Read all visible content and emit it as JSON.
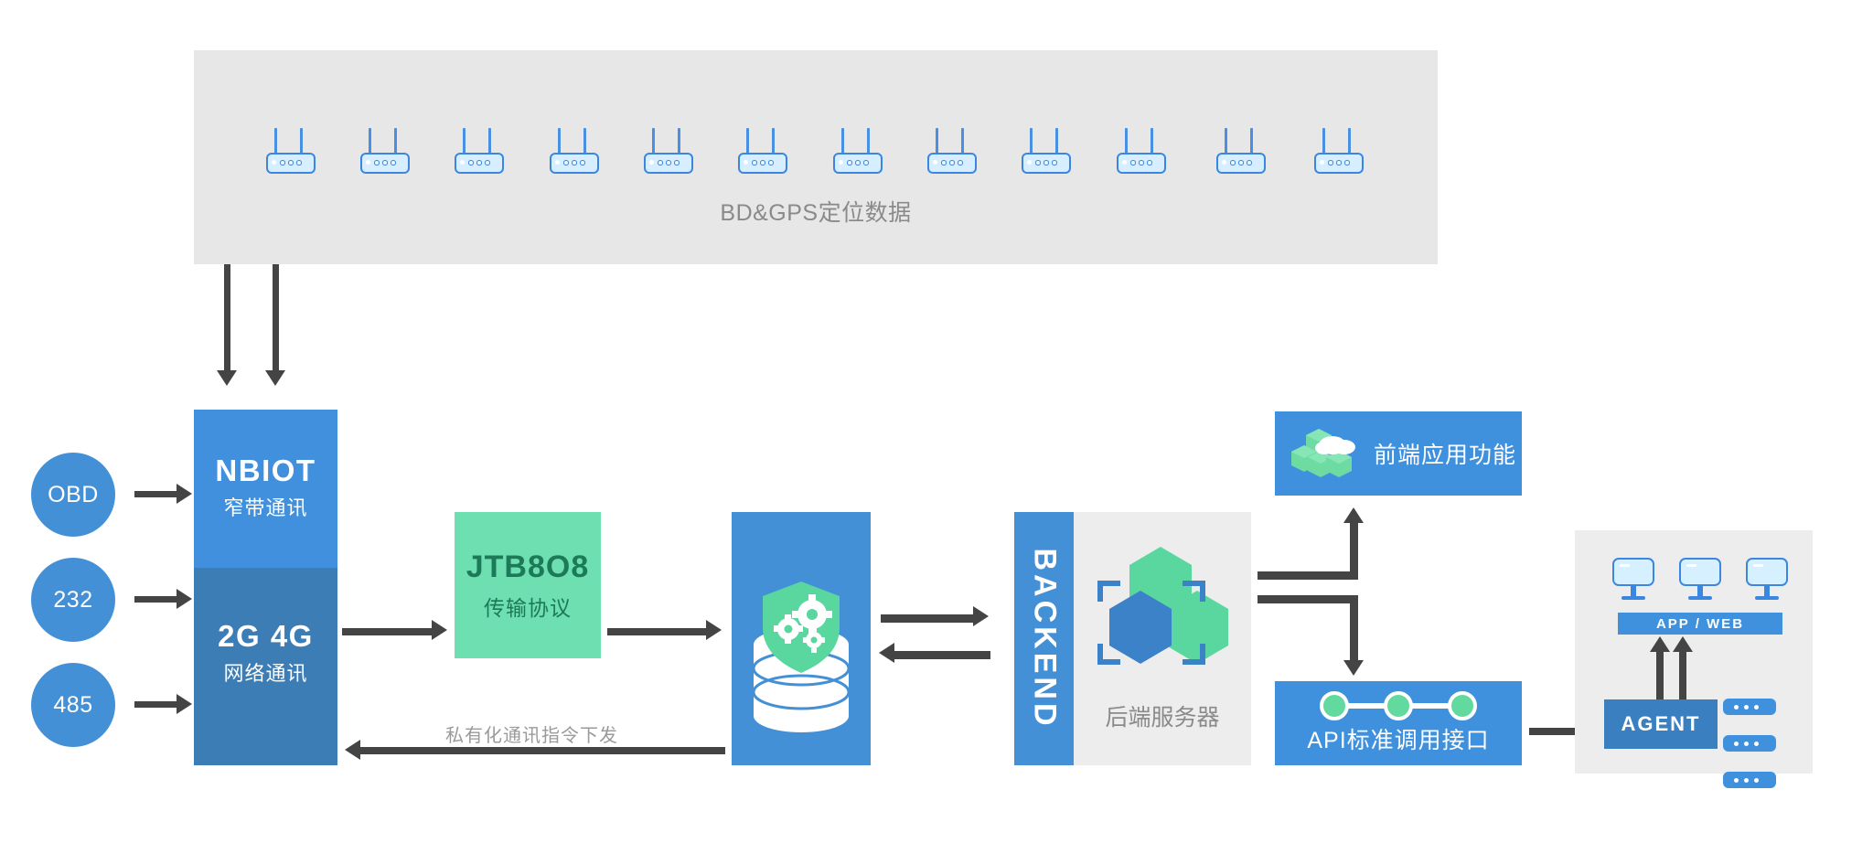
{
  "diagram": {
    "title": "IoT vehicle telematics architecture",
    "colors": {
      "band_gray": "#e7e7e7",
      "panel_gray": "#ededed",
      "blue_primary": "#4490d6",
      "blue_light": "#4090dd",
      "blue_dark": "#3d7db5",
      "green_mint": "#6ddfb1",
      "green_dark_text": "#1d7a58",
      "arrow_gray": "#444444",
      "muted_text": "#8a8a8a"
    }
  },
  "satellite_band": {
    "label": "BD&GPS定位数据",
    "device_count": 12,
    "device_icon": "router-icon"
  },
  "inputs": [
    {
      "label": "OBD"
    },
    {
      "label": "232"
    },
    {
      "label": "485"
    }
  ],
  "comm_module": {
    "top": {
      "title": "NBIOT",
      "subtitle": "窄带通讯"
    },
    "bottom": {
      "title": "2G  4G",
      "subtitle": "网络通讯"
    }
  },
  "protocol": {
    "title": "JTB8O8",
    "subtitle": "传输协议"
  },
  "datastore": {
    "icon": "database-shield-gears-icon"
  },
  "backend": {
    "vertical_label": "BACKEND",
    "caption": "后端服务器",
    "icon": "hexagon-cluster-icon"
  },
  "frontend": {
    "label": "前端应用功能",
    "icon": "cloud-cubes-icon"
  },
  "api": {
    "label": "API标准调用接口",
    "icon": "api-nodes-icon"
  },
  "client_panel": {
    "monitor_count": 3,
    "monitor_icon": "monitor-icon",
    "app_web_label": "APP / WEB",
    "agent_label": "AGENT",
    "server_strip_count": 3
  },
  "annotations": {
    "downlink_command": "私有化通讯指令下发"
  }
}
